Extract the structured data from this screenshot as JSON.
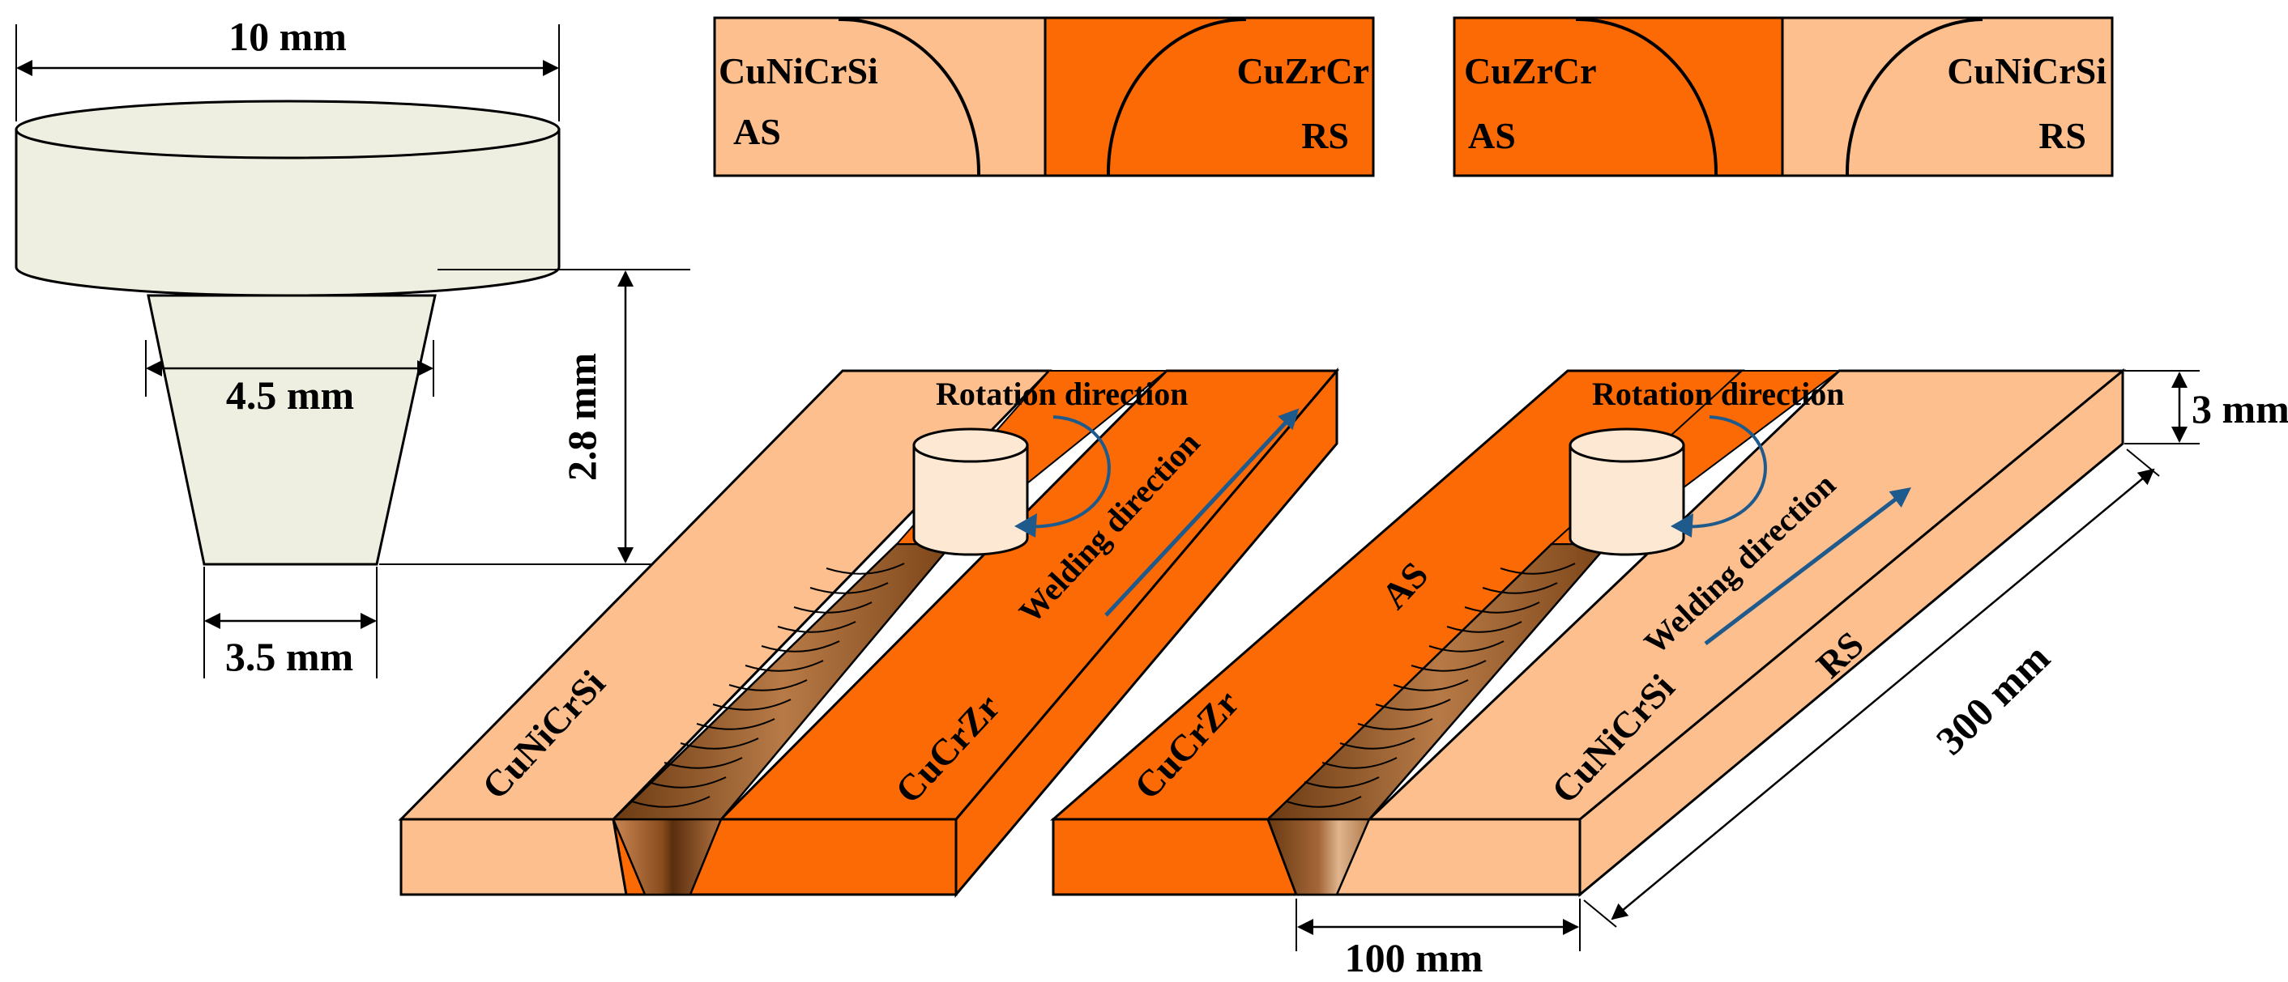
{
  "colors": {
    "light_plate": "#fdbf8e",
    "dark_plate": "#fb6a04",
    "tool": "#efefe1",
    "pin_cyl": "#fde8d4",
    "arrow": "#1f5a8c",
    "weld_dark": "#6b3a12",
    "weld_light": "#d28a54",
    "outline": "#000000"
  },
  "tool_profile": {
    "shoulder_diameter": "10 mm",
    "pin_root_diameter": "4.5 mm",
    "pin_tip_diameter": "3.5 mm",
    "pin_length": "2.8 mm"
  },
  "cross_sections": [
    {
      "left_material": "CuNiCrSi",
      "left_side": "AS",
      "right_material": "CuZrCr",
      "right_side": "RS"
    },
    {
      "left_material": "CuZrCr",
      "left_side": "AS",
      "right_material": "CuNiCrSi",
      "right_side": "RS"
    }
  ],
  "plates": [
    {
      "rotation": "Rotation direction",
      "welding": "Welding direction",
      "left_material": "CuNiCrSi",
      "right_material": "CuCrZr"
    },
    {
      "rotation": "Rotation direction",
      "welding": "Welding direction",
      "left_material": "CuCrZr",
      "right_material": "CuNiCrSi",
      "left_side": "AS",
      "right_side": "RS"
    }
  ],
  "dimensions": {
    "thickness": "3 mm",
    "length": "300 mm",
    "width": "100 mm"
  }
}
